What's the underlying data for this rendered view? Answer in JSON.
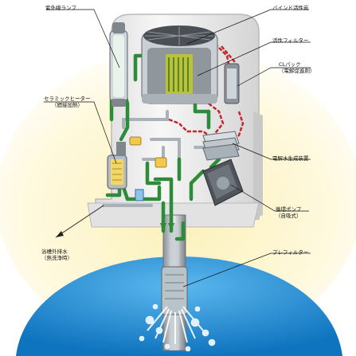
{
  "labels": {
    "uv_lamp": "紫外線ランプ",
    "binder_carbon": "バインド活性炭",
    "carbon_filter": "活性フィルター",
    "cl_pack": "CLパック",
    "cl_pack_sub": "（電解促進剤）",
    "ceramic_heater": "セラミックヒーター",
    "ceramic_heater_sub": "（間接加熱）",
    "electrolyzer": "電解水生成装置",
    "circulation_pump": "循環ポンプ",
    "circulation_pump_sub": "（自吸式）",
    "drain": "浴槽外排水",
    "drain_sub": "（熱洗浄時）",
    "prefilter": "プレフィルター"
  },
  "colors": {
    "pipe_green": "#2e8b3a",
    "pipe_red": "#c0282b",
    "pipe_gray": "#a9b2b8",
    "housing": "#f3f3f3",
    "water_blue": "#1f8fd6",
    "glow_yellow": "#f7e9a6"
  }
}
